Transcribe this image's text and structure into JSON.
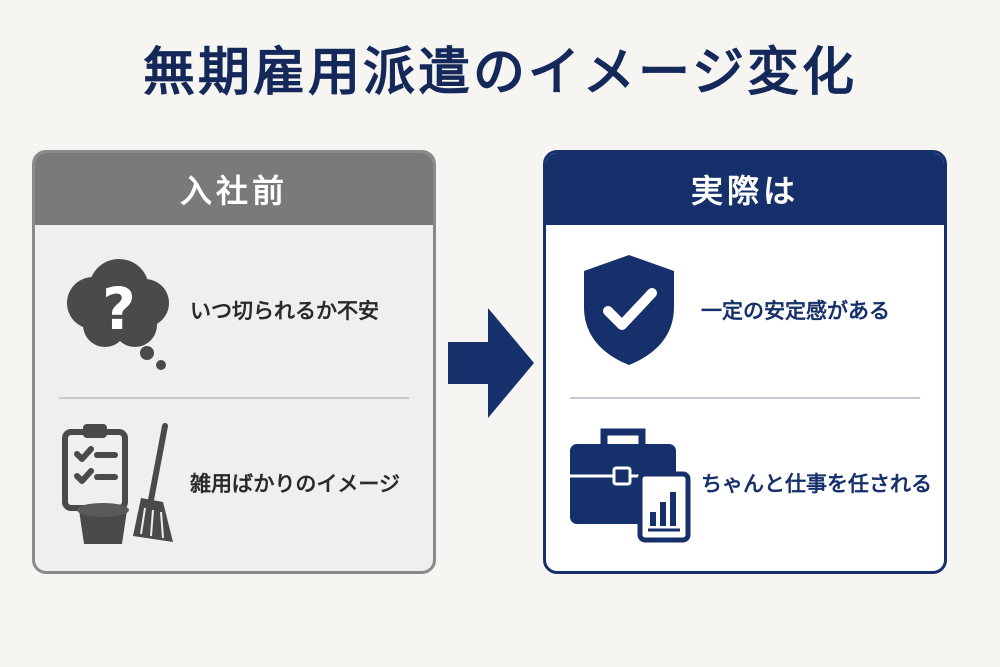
{
  "title": "無期雇用派遣のイメージ変化",
  "colors": {
    "navy": "#15306a",
    "gray": "#7a7a7a",
    "title": "#14295a"
  },
  "before": {
    "header": "入社前",
    "items": [
      {
        "text": "いつ切られるか不安",
        "icon": "question-cloud-icon"
      },
      {
        "text": "雑用ばかりのイメージ",
        "icon": "clipboard-bucket-broom-icon"
      }
    ]
  },
  "after": {
    "header": "実際は",
    "items": [
      {
        "text": "一定の安定感がある",
        "icon": "shield-check-icon"
      },
      {
        "text": "ちゃんと仕事を任される",
        "icon": "briefcase-chart-icon"
      }
    ]
  }
}
